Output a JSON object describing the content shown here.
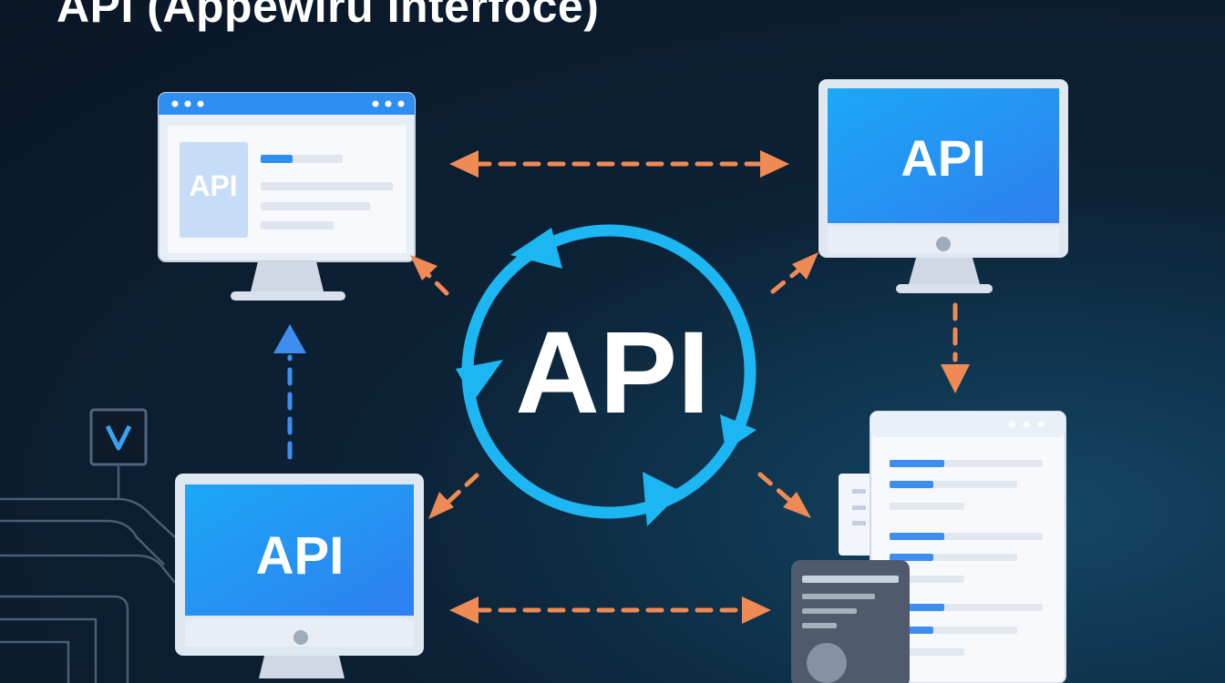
{
  "title": "API (Appewiru Interfoce)",
  "labels": {
    "browser_card": "API",
    "monitor_top_right": "API",
    "center_hub": "API",
    "monitor_bottom_left": "API"
  },
  "icons": {
    "badge": "chevron-down-icon"
  },
  "colors": {
    "background": "#0b1a2b",
    "accent_blue": "#1da1f2",
    "cycle_ring": "#1cb6f2",
    "arrow_orange": "#f08a55",
    "arrow_blue": "#3d8ef0",
    "screen_blue": "#2f90f3",
    "device_frame": "#dfe7f1"
  }
}
